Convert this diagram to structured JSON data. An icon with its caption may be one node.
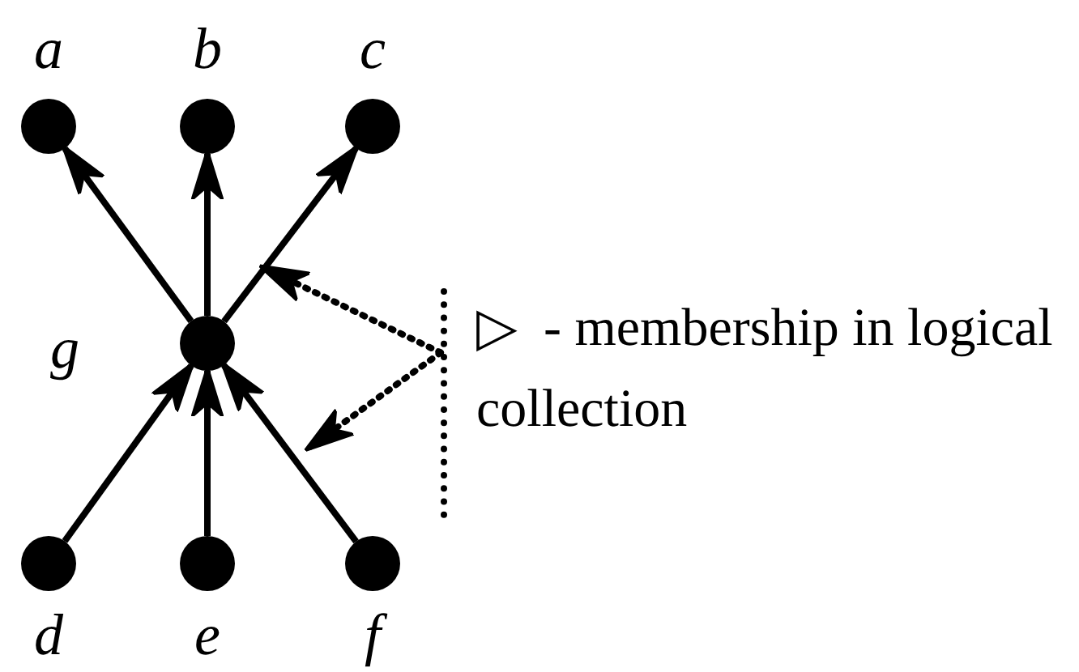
{
  "diagram": {
    "nodes": [
      {
        "text": [],
        "shape": "circle",
        "beside": [
          "a"
        ]
      },
      {
        "text": [],
        "shape": "circle",
        "beside": [
          "b"
        ]
      },
      {
        "text": [],
        "shape": "circle",
        "beside": [
          "c"
        ]
      },
      {
        "text": [],
        "shape": "circle",
        "beside": [
          "g"
        ]
      },
      {
        "text": [],
        "shape": "circle",
        "beside": [
          "d"
        ]
      },
      {
        "text": [],
        "shape": "circle",
        "beside": [
          "e"
        ]
      },
      {
        "text": [],
        "shape": "circle",
        "beside": [
          "f"
        ]
      },
      {
        "text": [
          "▷  - membership in logical collection"
        ]
      }
    ],
    "edges": [
      {
        "from": 3,
        "to": 0,
        "arrow": "to"
      },
      {
        "from": 3,
        "to": 1,
        "arrow": "to"
      },
      {
        "from": 3,
        "to": 2,
        "arrow": "to"
      },
      {
        "from": 4,
        "to": 3,
        "arrow": "to"
      },
      {
        "from": 5,
        "to": 3,
        "arrow": "to"
      },
      {
        "from": 6,
        "to": 3,
        "arrow": "to"
      },
      {
        "from": 7,
        "to": null,
        "arrow": "to",
        "style": "dashed"
      },
      {
        "from": 7,
        "to": null,
        "arrow": "to",
        "style": "dashed"
      }
    ]
  }
}
